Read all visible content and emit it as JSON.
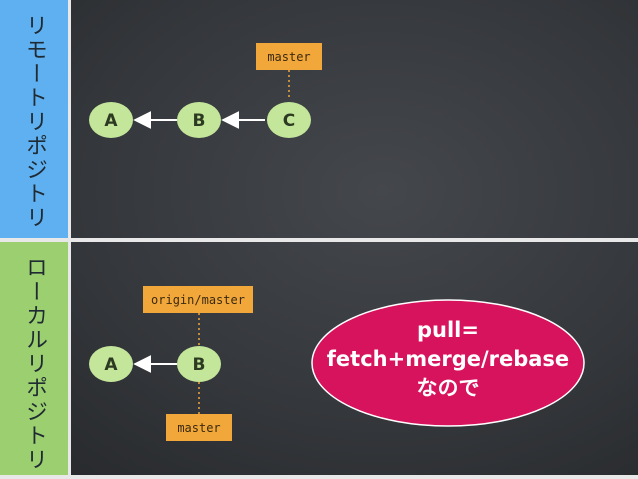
{
  "remote": {
    "side_label": "リモートリポジトリ",
    "nodes": [
      "A",
      "B",
      "C"
    ],
    "branch_tag": "master"
  },
  "local": {
    "side_label": "ローカルリポジトリ",
    "nodes": [
      "A",
      "B"
    ],
    "origin_tag": "origin/master",
    "branch_tag": "master"
  },
  "callout": {
    "line1": "pull=",
    "line2": "fetch+merge/rebase",
    "line3": "なので"
  },
  "colors": {
    "node_fill": "#c4e69a",
    "tag_fill": "#f2a73b",
    "callout_fill": "#d6135c",
    "remote_bar": "#5fb0f0",
    "local_bar": "#9bcf6f"
  }
}
